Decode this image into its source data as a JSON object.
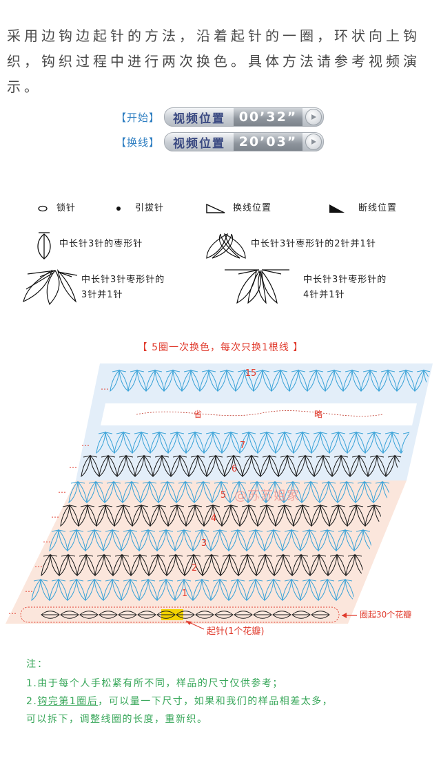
{
  "intro": "采用边钩边起针的方法，沿着起针的一圈，环状向上钩织，钩织过程中进行两次换色。具体方法请参考视频演示。",
  "video": [
    {
      "tag": "【开始】",
      "label": "视频位置",
      "time": "00’32”"
    },
    {
      "tag": "【换线】",
      "label": "视频位置",
      "time": "20’03”"
    }
  ],
  "legend": {
    "chain": "锁针",
    "slip": "引拔针",
    "change": "换线位置",
    "cut": "断线位置",
    "hdc3": "中长针3针的枣形针",
    "hdc3_2tog": "中长针3针枣形针的2针并1针",
    "hdc3_3tog_1": "中长针3针枣形针的",
    "hdc3_3tog_2": "3针并1针",
    "hdc3_4tog_1": "中长针3针枣形针的",
    "hdc3_4tog_2": "4针并1针"
  },
  "diagram": {
    "title": "【 5圈一次换色，每次只换1根线 】",
    "omit_1": "省",
    "omit_2": "略",
    "dots": "…",
    "round_labels": [
      "1",
      "2",
      "3",
      "4",
      "5",
      "6",
      "7",
      "15"
    ],
    "foundation_note": "圈起30个花瓣",
    "start_note": "起针(1个花瓣)",
    "watermark": "@苏苏姐家",
    "colors": {
      "blue": "#3ba3d8",
      "black": "#1a1a1a",
      "red": "#e0392b",
      "bg_blue": "#e3eef9",
      "bg_pink": "#fbe6dc",
      "yellow": "#f4d300"
    }
  },
  "notes": {
    "title": "注：",
    "n1": "1.由于每个人手松紧有所不同，样品的尺寸仅供参考；",
    "n2a": "2.",
    "n2b": "钩完第1圈后",
    "n2c": "，可以量一下尺寸，如果和我们的样品相差太多，",
    "n3": "可以拆下，调整线圈的长度，重新织。"
  }
}
